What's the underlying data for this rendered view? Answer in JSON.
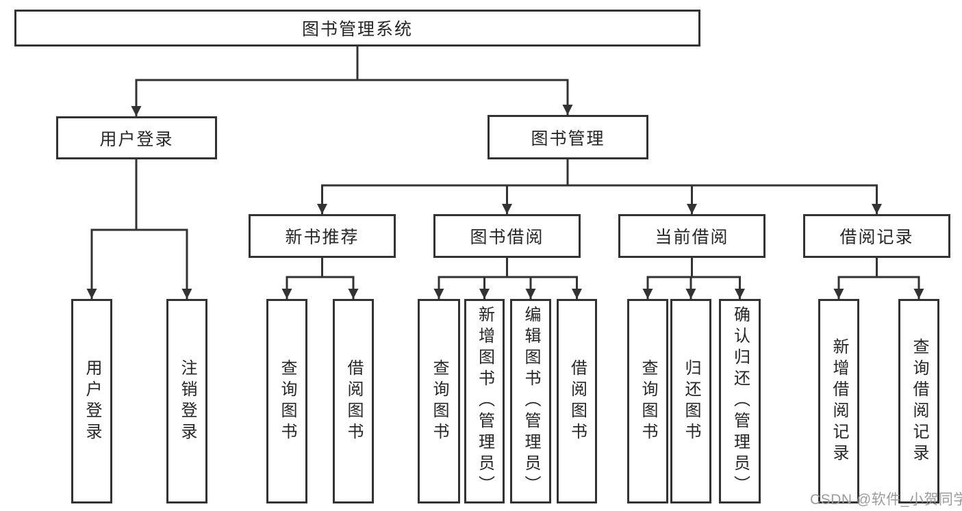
{
  "diagram_title": "图书管理系统",
  "nodes": {
    "root": "图书管理系统",
    "user_login": "用户登录",
    "book_management": "图书管理",
    "new_book_recommend": "新书推荐",
    "book_borrowing": "图书借阅",
    "current_borrowing": "当前借阅",
    "borrowing_records": "借阅记录",
    "ul_user_login": "用户登录",
    "ul_logout": "注销登录",
    "nbr_query_books": "查询图书",
    "nbr_borrow_books": "借阅图书",
    "bb_query_books": "查询图书",
    "bb_add_books": "新增图书（管理员）",
    "bb_edit_books": "编辑图书（管理员）",
    "bb_borrow_books": "借阅图书",
    "cb_query_books": "查询图书",
    "cb_return_books": "归还图书",
    "cb_confirm_return": "确认归还（管理员）",
    "br_add_record": "新增借阅记录",
    "br_query_record": "查询借阅记录"
  },
  "hierarchy": {
    "图书管理系统": {
      "用户登录": [
        "用户登录",
        "注销登录"
      ],
      "图书管理": {
        "新书推荐": [
          "查询图书",
          "借阅图书"
        ],
        "图书借阅": [
          "查询图书",
          "新增图书（管理员）",
          "编辑图书（管理员）",
          "借阅图书"
        ],
        "当前借阅": [
          "查询图书",
          "归还图书",
          "确认归还（管理员）"
        ],
        "借阅记录": [
          "新增借阅记录",
          "查询借阅记录"
        ]
      }
    }
  },
  "watermark": "CSDN @软件_小贺同学",
  "colors": {
    "line": "#333333",
    "text": "#262626",
    "watermark_text": "#9b9b9b",
    "background": "#ffffff"
  }
}
